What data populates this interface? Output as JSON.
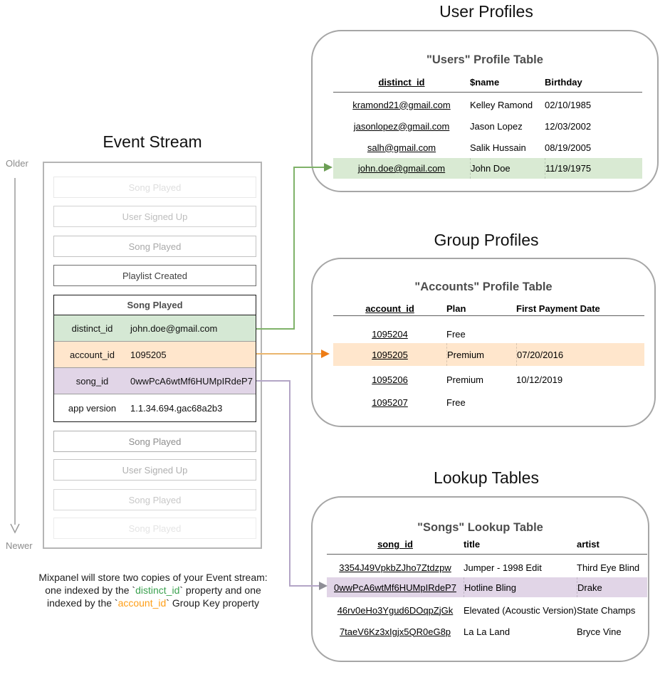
{
  "event_stream": {
    "title": "Event Stream",
    "timeline": {
      "older": "Older",
      "newer": "Newer",
      "color": "#9b9b9b"
    },
    "events_above": [
      {
        "label": "Song Played"
      },
      {
        "label": "User Signed Up"
      },
      {
        "label": "Song Played"
      },
      {
        "label": "Playlist Created"
      }
    ],
    "expanded_event": {
      "name": "Song Played",
      "properties": [
        {
          "key": "distinct_id",
          "value": "john.doe@gmail.com",
          "color": "#d5e8d4"
        },
        {
          "key": "account_id",
          "value": "1095205",
          "color": "#ffe6cc"
        },
        {
          "key": "song_id",
          "value": "0wwPcA6wtMf6HUMpIRdeP7",
          "color": "#e1d5e7"
        },
        {
          "key": "app version",
          "value": "1.1.34.694.gac68a2b3",
          "color": "#ffffff"
        }
      ]
    },
    "events_below": [
      {
        "label": "Song Played"
      },
      {
        "label": "User Signed Up"
      },
      {
        "label": "Song Played"
      },
      {
        "label": "Song Played"
      }
    ],
    "caption": {
      "line1": "Mixpanel will store two copies of your Event stream:",
      "line2_pre": "one indexed by the `",
      "line2_key": "distinct_id",
      "line2_post": "` property and one",
      "line3_pre": "indexed by the `",
      "line3_key": "account_id",
      "line3_post": "` Group Key property",
      "key1_color": "#3ba14f",
      "key2_color": "#ff9e16"
    }
  },
  "user_profiles": {
    "section_title": "User Profiles",
    "table_title": "\"Users\" Profile Table",
    "columns": {
      "c1": "distinct_id",
      "c2": "$name",
      "c3": "Birthday"
    },
    "rows": [
      {
        "distinct_id": "kramond21@gmail.com",
        "name": "Kelley Ramond",
        "birthday": "02/10/1985"
      },
      {
        "distinct_id": "jasonlopez@gmail.com",
        "name": "Jason Lopez",
        "birthday": "12/03/2002"
      },
      {
        "distinct_id": "salh@gmail.com",
        "name": "Salik Hussain",
        "birthday": "08/19/2005"
      },
      {
        "distinct_id": "john.doe@gmail.com",
        "name": "John Doe",
        "birthday": "11/19/1975"
      }
    ],
    "highlight_row_index": 3,
    "highlight_color": "#d9ead3"
  },
  "group_profiles": {
    "section_title": "Group Profiles",
    "table_title": "\"Accounts\" Profile Table",
    "columns": {
      "c1": "account_id",
      "c2": "Plan",
      "c3": "First Payment Date"
    },
    "rows": [
      {
        "account_id": "1095204",
        "plan": "Free",
        "first_payment": ""
      },
      {
        "account_id": "1095205",
        "plan": "Premium",
        "first_payment": "07/20/2016"
      },
      {
        "account_id": "1095206",
        "plan": "Premium",
        "first_payment": "10/12/2019"
      },
      {
        "account_id": "1095207",
        "plan": "Free",
        "first_payment": ""
      }
    ],
    "highlight_row_index": 1,
    "highlight_color": "#ffe6cc"
  },
  "lookup_tables": {
    "section_title": "Lookup Tables",
    "table_title": "\"Songs\" Lookup Table",
    "columns": {
      "c1": "song_id",
      "c2": "title",
      "c3": "artist"
    },
    "rows": [
      {
        "song_id": "3354J49VpkbZJho7Ztdzpw",
        "title": "Jumper - 1998 Edit",
        "artist": "Third Eye Blind"
      },
      {
        "song_id": "0wwPcA6wtMf6HUMpIRdeP7",
        "title": "Hotline Bling",
        "artist": "Drake"
      },
      {
        "song_id": "46rv0eHo3Ygud6DOqpZjGk",
        "title": "Elevated (Acoustic Version)",
        "artist": "State Champs"
      },
      {
        "song_id": "7taeV6Kz3xIgjx5QR0eG8p",
        "title": "La La Land",
        "artist": "Bryce Vine"
      }
    ],
    "highlight_row_index": 1,
    "highlight_color": "#e1d5e7"
  },
  "connectors": {
    "distinct_id": {
      "line": "#7fb269",
      "head": "#6c9e55"
    },
    "account_id": {
      "line": "#eab56d",
      "head": "#ee7d16"
    },
    "song_id": {
      "line": "#b3a5c6",
      "head": "#8e8e96"
    },
    "timeline": {
      "line": "#9b9b9b",
      "head": "#9b9b9b"
    }
  }
}
